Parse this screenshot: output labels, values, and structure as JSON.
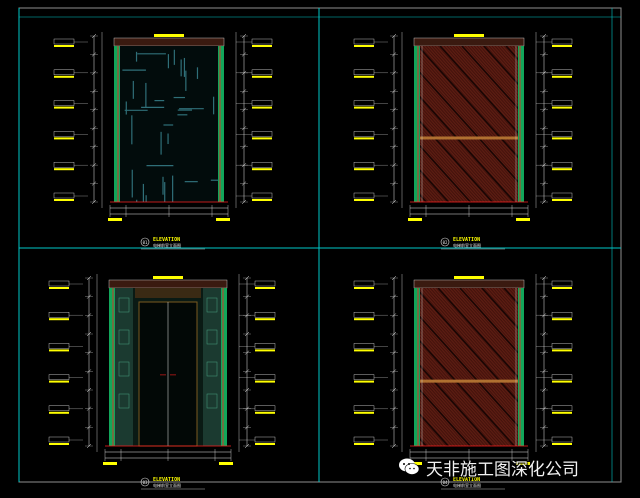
{
  "colors": {
    "background": "#000000",
    "frame": "#8e8e8e",
    "accent_cyan": "#00c8c8",
    "wall_green": "#12a65a",
    "red_line": "#ff2020",
    "dim_white": "#e6e6e6",
    "tag_yellow": "#ffff00",
    "wood": "#5a1c12",
    "pattern": "#2f6f78"
  },
  "panels": [
    {
      "id": "p1",
      "kind": "lattice",
      "title": "ELEVATION",
      "subtitle": "电梯前室立面图",
      "number": "01"
    },
    {
      "id": "p2",
      "kind": "diagonal",
      "title": "ELEVATION",
      "subtitle": "电梯前室立面图",
      "number": "02"
    },
    {
      "id": "p3",
      "kind": "elevator",
      "title": "ELEVATION",
      "subtitle": "电梯前室立面图",
      "number": "03"
    },
    {
      "id": "p4",
      "kind": "diagonal",
      "title": "ELEVATION",
      "subtitle": "电梯前室立面图",
      "number": "04"
    }
  ],
  "watermark": {
    "icon": "wechat-icon",
    "text": "天非施工图深化公司"
  }
}
